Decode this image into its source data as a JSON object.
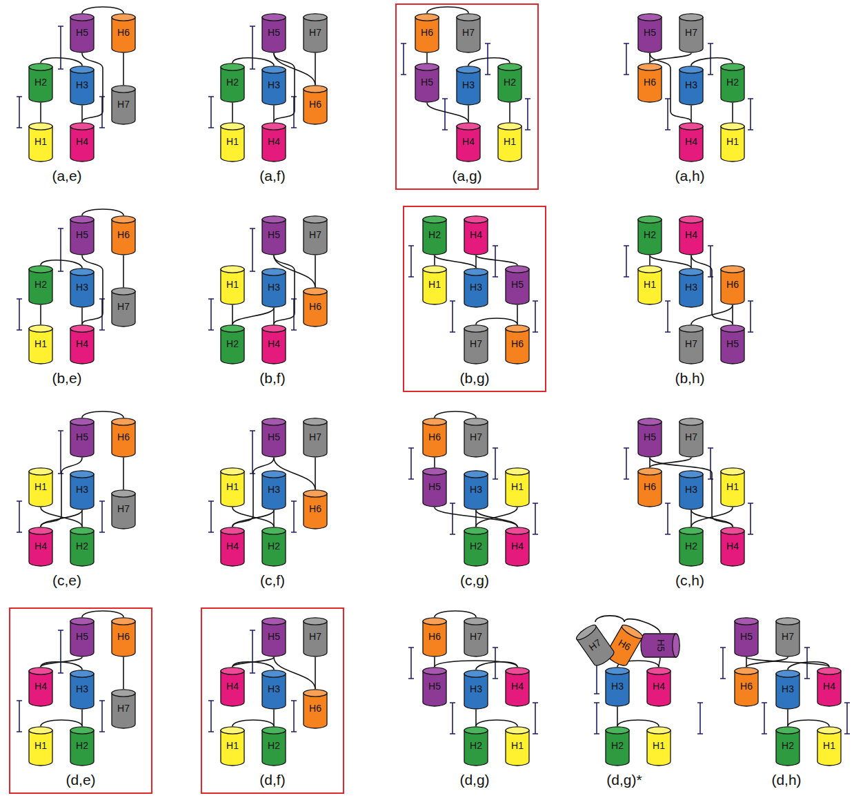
{
  "diagram": {
    "nodes": [
      {
        "text": [
          "(a,e)"
        ]
      },
      {
        "text": [
          "H1"
        ],
        "in": 0
      },
      {
        "text": [
          "H2"
        ],
        "in": 0
      },
      {
        "text": [
          "H3"
        ],
        "in": 0
      },
      {
        "text": [
          "H4"
        ],
        "in": 0
      },
      {
        "text": [
          "H5"
        ],
        "in": 0
      },
      {
        "text": [
          "H6"
        ],
        "in": 0
      },
      {
        "text": [
          "H7"
        ],
        "in": 0
      },
      {
        "text": [
          "(a,f)"
        ]
      },
      {
        "text": [
          "H1"
        ],
        "in": 8
      },
      {
        "text": [
          "H2"
        ],
        "in": 8
      },
      {
        "text": [
          "H3"
        ],
        "in": 8
      },
      {
        "text": [
          "H4"
        ],
        "in": 8
      },
      {
        "text": [
          "H5"
        ],
        "in": 8
      },
      {
        "text": [
          "H6"
        ],
        "in": 8
      },
      {
        "text": [
          "H7"
        ],
        "in": 8
      },
      {
        "text": [
          "(a,g)"
        ]
      },
      {
        "text": [
          "H1"
        ],
        "in": 16
      },
      {
        "text": [
          "H2"
        ],
        "in": 16
      },
      {
        "text": [
          "H3"
        ],
        "in": 16
      },
      {
        "text": [
          "H4"
        ],
        "in": 16
      },
      {
        "text": [
          "H5"
        ],
        "in": 16
      },
      {
        "text": [
          "H6"
        ],
        "in": 16
      },
      {
        "text": [
          "H7"
        ],
        "in": 16
      },
      {
        "text": [
          "(a,h)"
        ]
      },
      {
        "text": [
          "H1"
        ],
        "in": 24
      },
      {
        "text": [
          "H2"
        ],
        "in": 24
      },
      {
        "text": [
          "H3"
        ],
        "in": 24
      },
      {
        "text": [
          "H4"
        ],
        "in": 24
      },
      {
        "text": [
          "H5"
        ],
        "in": 24
      },
      {
        "text": [
          "H6"
        ],
        "in": 24
      },
      {
        "text": [
          "H7"
        ],
        "in": 24
      },
      {
        "text": [
          "(b,e)"
        ]
      },
      {
        "text": [
          "H1"
        ],
        "in": 32
      },
      {
        "text": [
          "H2"
        ],
        "in": 32
      },
      {
        "text": [
          "H3"
        ],
        "in": 32
      },
      {
        "text": [
          "H4"
        ],
        "in": 32
      },
      {
        "text": [
          "H5"
        ],
        "in": 32
      },
      {
        "text": [
          "H6"
        ],
        "in": 32
      },
      {
        "text": [
          "H7"
        ],
        "in": 32
      },
      {
        "text": [
          "(b,f)"
        ]
      },
      {
        "text": [
          "H1"
        ],
        "in": 40
      },
      {
        "text": [
          "H2"
        ],
        "in": 40
      },
      {
        "text": [
          "H3"
        ],
        "in": 40
      },
      {
        "text": [
          "H4"
        ],
        "in": 40
      },
      {
        "text": [
          "H5"
        ],
        "in": 40
      },
      {
        "text": [
          "H6"
        ],
        "in": 40
      },
      {
        "text": [
          "H7"
        ],
        "in": 40
      },
      {
        "text": [
          "(b,g)"
        ]
      },
      {
        "text": [
          "H1"
        ],
        "in": 48
      },
      {
        "text": [
          "H2"
        ],
        "in": 48
      },
      {
        "text": [
          "H3"
        ],
        "in": 48
      },
      {
        "text": [
          "H4"
        ],
        "in": 48
      },
      {
        "text": [
          "H5"
        ],
        "in": 48
      },
      {
        "text": [
          "H6"
        ],
        "in": 48
      },
      {
        "text": [
          "H7"
        ],
        "in": 48
      },
      {
        "text": [
          "(b,h)"
        ]
      },
      {
        "text": [
          "H1"
        ],
        "in": 56
      },
      {
        "text": [
          "H2"
        ],
        "in": 56
      },
      {
        "text": [
          "H3"
        ],
        "in": 56
      },
      {
        "text": [
          "H4"
        ],
        "in": 56
      },
      {
        "text": [
          "H5"
        ],
        "in": 56
      },
      {
        "text": [
          "H6"
        ],
        "in": 56
      },
      {
        "text": [
          "H7"
        ],
        "in": 56
      },
      {
        "text": [
          "(c,e)"
        ]
      },
      {
        "text": [
          "H1"
        ],
        "in": 64
      },
      {
        "text": [
          "H2"
        ],
        "in": 64
      },
      {
        "text": [
          "H3"
        ],
        "in": 64
      },
      {
        "text": [
          "H4"
        ],
        "in": 64
      },
      {
        "text": [
          "H5"
        ],
        "in": 64
      },
      {
        "text": [
          "H6"
        ],
        "in": 64
      },
      {
        "text": [
          "H7"
        ],
        "in": 64
      },
      {
        "text": [
          "(c,f)"
        ]
      },
      {
        "text": [
          "H1"
        ],
        "in": 72
      },
      {
        "text": [
          "H2"
        ],
        "in": 72
      },
      {
        "text": [
          "H3"
        ],
        "in": 72
      },
      {
        "text": [
          "H4"
        ],
        "in": 72
      },
      {
        "text": [
          "H5"
        ],
        "in": 72
      },
      {
        "text": [
          "H6"
        ],
        "in": 72
      },
      {
        "text": [
          "H7"
        ],
        "in": 72
      },
      {
        "text": [
          "(c,g)"
        ]
      },
      {
        "text": [
          "H1"
        ],
        "in": 80
      },
      {
        "text": [
          "H2"
        ],
        "in": 80
      },
      {
        "text": [
          "H3"
        ],
        "in": 80
      },
      {
        "text": [
          "H4"
        ],
        "in": 80
      },
      {
        "text": [
          "H5"
        ],
        "in": 80
      },
      {
        "text": [
          "H6"
        ],
        "in": 80
      },
      {
        "text": [
          "H7"
        ],
        "in": 80
      },
      {
        "text": [
          "(c,h)"
        ]
      },
      {
        "text": [
          "H1"
        ],
        "in": 88
      },
      {
        "text": [
          "H2"
        ],
        "in": 88
      },
      {
        "text": [
          "H3"
        ],
        "in": 88
      },
      {
        "text": [
          "H4"
        ],
        "in": 88
      },
      {
        "text": [
          "H5"
        ],
        "in": 88
      },
      {
        "text": [
          "H6"
        ],
        "in": 88
      },
      {
        "text": [
          "H7"
        ],
        "in": 88
      },
      {
        "text": [
          "(d,e)"
        ]
      },
      {
        "text": [
          "H1"
        ],
        "in": 96
      },
      {
        "text": [
          "H2"
        ],
        "in": 96
      },
      {
        "text": [
          "H3"
        ],
        "in": 96
      },
      {
        "text": [
          "H4"
        ],
        "in": 96
      },
      {
        "text": [
          "H5"
        ],
        "in": 96
      },
      {
        "text": [
          "H6"
        ],
        "in": 96
      },
      {
        "text": [
          "H7"
        ],
        "in": 96
      },
      {
        "text": [
          "(d,f)"
        ]
      },
      {
        "text": [
          "H1"
        ],
        "in": 104
      },
      {
        "text": [
          "H2"
        ],
        "in": 104
      },
      {
        "text": [
          "H3"
        ],
        "in": 104
      },
      {
        "text": [
          "H4"
        ],
        "in": 104
      },
      {
        "text": [
          "H5"
        ],
        "in": 104
      },
      {
        "text": [
          "H6"
        ],
        "in": 104
      },
      {
        "text": [
          "H7"
        ],
        "in": 104
      },
      {
        "text": [
          "(d,g)"
        ]
      },
      {
        "text": [
          "H1"
        ],
        "in": 112
      },
      {
        "text": [
          "H2"
        ],
        "in": 112
      },
      {
        "text": [
          "H3"
        ],
        "in": 112
      },
      {
        "text": [
          "H4"
        ],
        "in": 112
      },
      {
        "text": [
          "H5"
        ],
        "in": 112
      },
      {
        "text": [
          "H6"
        ],
        "in": 112
      },
      {
        "text": [
          "H7"
        ],
        "in": 112
      },
      {
        "text": [
          "(d,g)*"
        ]
      },
      {
        "text": [
          "H1"
        ],
        "in": 120
      },
      {
        "text": [
          "H2"
        ],
        "in": 120
      },
      {
        "text": [
          "H3"
        ],
        "in": 120
      },
      {
        "text": [
          "H4"
        ],
        "in": 120
      },
      {
        "text": [
          "H5"
        ],
        "in": 120
      },
      {
        "text": [
          "H6"
        ],
        "in": 120
      },
      {
        "text": [
          "H7"
        ],
        "in": 120
      },
      {
        "text": [
          "(d,h)"
        ]
      },
      {
        "text": [
          "H1"
        ],
        "in": 128
      },
      {
        "text": [
          "H2"
        ],
        "in": 128
      },
      {
        "text": [
          "H3"
        ],
        "in": 128
      },
      {
        "text": [
          "H4"
        ],
        "in": 128
      },
      {
        "text": [
          "H5"
        ],
        "in": 128
      },
      {
        "text": [
          "H6"
        ],
        "in": 128
      },
      {
        "text": [
          "H7"
        ],
        "in": 128
      }
    ],
    "edges": [
      {
        "from": 1,
        "to": 2,
        "arrow": "none"
      },
      {
        "from": 2,
        "to": 3,
        "arrow": "none"
      },
      {
        "from": 3,
        "to": 4,
        "arrow": "none"
      },
      {
        "from": 4,
        "to": 5,
        "arrow": "none"
      },
      {
        "from": 5,
        "to": 6,
        "arrow": "none"
      },
      {
        "from": 6,
        "to": 7,
        "arrow": "none"
      },
      {
        "from": 9,
        "to": 10,
        "arrow": "none"
      },
      {
        "from": 10,
        "to": 11,
        "arrow": "none"
      },
      {
        "from": 11,
        "to": 12,
        "arrow": "none"
      },
      {
        "from": 12,
        "to": 13,
        "arrow": "none"
      },
      {
        "from": 13,
        "to": 14,
        "arrow": "none"
      },
      {
        "from": 14,
        "to": 15,
        "arrow": "none"
      },
      {
        "from": 17,
        "to": 18,
        "arrow": "none"
      },
      {
        "from": 18,
        "to": 19,
        "arrow": "none"
      },
      {
        "from": 19,
        "to": 20,
        "arrow": "none"
      },
      {
        "from": 20,
        "to": 21,
        "arrow": "none"
      },
      {
        "from": 21,
        "to": 22,
        "arrow": "none"
      },
      {
        "from": 22,
        "to": 23,
        "arrow": "none"
      },
      {
        "from": 25,
        "to": 26,
        "arrow": "none"
      },
      {
        "from": 26,
        "to": 27,
        "arrow": "none"
      },
      {
        "from": 27,
        "to": 28,
        "arrow": "none"
      },
      {
        "from": 28,
        "to": 29,
        "arrow": "none"
      },
      {
        "from": 29,
        "to": 30,
        "arrow": "none"
      },
      {
        "from": 30,
        "to": 31,
        "arrow": "none"
      },
      {
        "from": 33,
        "to": 34,
        "arrow": "none"
      },
      {
        "from": 34,
        "to": 35,
        "arrow": "none"
      },
      {
        "from": 35,
        "to": 36,
        "arrow": "none"
      },
      {
        "from": 36,
        "to": 37,
        "arrow": "none"
      },
      {
        "from": 37,
        "to": 38,
        "arrow": "none"
      },
      {
        "from": 38,
        "to": 39,
        "arrow": "none"
      },
      {
        "from": 41,
        "to": 42,
        "arrow": "none"
      },
      {
        "from": 42,
        "to": 43,
        "arrow": "none"
      },
      {
        "from": 43,
        "to": 44,
        "arrow": "none"
      },
      {
        "from": 44,
        "to": 45,
        "arrow": "none"
      },
      {
        "from": 45,
        "to": 46,
        "arrow": "none"
      },
      {
        "from": 46,
        "to": 47,
        "arrow": "none"
      },
      {
        "from": 49,
        "to": 50,
        "arrow": "none"
      },
      {
        "from": 50,
        "to": 51,
        "arrow": "none"
      },
      {
        "from": 51,
        "to": 52,
        "arrow": "none"
      },
      {
        "from": 52,
        "to": 53,
        "arrow": "none"
      },
      {
        "from": 53,
        "to": 54,
        "arrow": "none"
      },
      {
        "from": 54,
        "to": 55,
        "arrow": "none"
      },
      {
        "from": 57,
        "to": 58,
        "arrow": "none"
      },
      {
        "from": 58,
        "to": 59,
        "arrow": "none"
      },
      {
        "from": 59,
        "to": 60,
        "arrow": "none"
      },
      {
        "from": 60,
        "to": 61,
        "arrow": "none"
      },
      {
        "from": 61,
        "to": 62,
        "arrow": "none"
      },
      {
        "from": 62,
        "to": 63,
        "arrow": "none"
      },
      {
        "from": 65,
        "to": 66,
        "arrow": "none"
      },
      {
        "from": 66,
        "to": 67,
        "arrow": "none"
      },
      {
        "from": 67,
        "to": 68,
        "arrow": "none"
      },
      {
        "from": 68,
        "to": 69,
        "arrow": "none"
      },
      {
        "from": 69,
        "to": 70,
        "arrow": "none"
      },
      {
        "from": 70,
        "to": 71,
        "arrow": "none"
      },
      {
        "from": 73,
        "to": 74,
        "arrow": "none"
      },
      {
        "from": 74,
        "to": 75,
        "arrow": "none"
      },
      {
        "from": 75,
        "to": 76,
        "arrow": "none"
      },
      {
        "from": 76,
        "to": 77,
        "arrow": "none"
      },
      {
        "from": 77,
        "to": 78,
        "arrow": "none"
      },
      {
        "from": 78,
        "to": 79,
        "arrow": "none"
      },
      {
        "from": 81,
        "to": 82,
        "arrow": "none"
      },
      {
        "from": 82,
        "to": 83,
        "arrow": "none"
      },
      {
        "from": 83,
        "to": 84,
        "arrow": "none"
      },
      {
        "from": 84,
        "to": 85,
        "arrow": "none"
      },
      {
        "from": 85,
        "to": 86,
        "arrow": "none"
      },
      {
        "from": 86,
        "to": 87,
        "arrow": "none"
      },
      {
        "from": 89,
        "to": 90,
        "arrow": "none"
      },
      {
        "from": 90,
        "to": 91,
        "arrow": "none"
      },
      {
        "from": 91,
        "to": 92,
        "arrow": "none"
      },
      {
        "from": 92,
        "to": 93,
        "arrow": "none"
      },
      {
        "from": 93,
        "to": 94,
        "arrow": "none"
      },
      {
        "from": 94,
        "to": 95,
        "arrow": "none"
      },
      {
        "from": 97,
        "to": 98,
        "arrow": "none"
      },
      {
        "from": 98,
        "to": 99,
        "arrow": "none"
      },
      {
        "from": 99,
        "to": 100,
        "arrow": "none"
      },
      {
        "from": 100,
        "to": 101,
        "arrow": "none"
      },
      {
        "from": 101,
        "to": 102,
        "arrow": "none"
      },
      {
        "from": 102,
        "to": 103,
        "arrow": "none"
      },
      {
        "from": 105,
        "to": 106,
        "arrow": "none"
      },
      {
        "from": 106,
        "to": 107,
        "arrow": "none"
      },
      {
        "from": 107,
        "to": 108,
        "arrow": "none"
      },
      {
        "from": 108,
        "to": 109,
        "arrow": "none"
      },
      {
        "from": 109,
        "to": 110,
        "arrow": "none"
      },
      {
        "from": 110,
        "to": 111,
        "arrow": "none"
      },
      {
        "from": 113,
        "to": 114,
        "arrow": "none"
      },
      {
        "from": 114,
        "to": 115,
        "arrow": "none"
      },
      {
        "from": 115,
        "to": 116,
        "arrow": "none"
      },
      {
        "from": 116,
        "to": 117,
        "arrow": "none"
      },
      {
        "from": 117,
        "to": 118,
        "arrow": "none"
      },
      {
        "from": 118,
        "to": 119,
        "arrow": "none"
      },
      {
        "from": 121,
        "to": 122,
        "arrow": "none"
      },
      {
        "from": 122,
        "to": 123,
        "arrow": "none"
      },
      {
        "from": 123,
        "to": 124,
        "arrow": "none"
      },
      {
        "from": 124,
        "to": 125,
        "arrow": "none"
      },
      {
        "from": 125,
        "to": 126,
        "arrow": "none"
      },
      {
        "from": 126,
        "to": 127,
        "arrow": "none"
      },
      {
        "from": 129,
        "to": 130,
        "arrow": "none"
      },
      {
        "from": 130,
        "to": 131,
        "arrow": "none"
      },
      {
        "from": 131,
        "to": 132,
        "arrow": "none"
      },
      {
        "from": 132,
        "to": 133,
        "arrow": "none"
      },
      {
        "from": 133,
        "to": 134,
        "arrow": "none"
      },
      {
        "from": 134,
        "to": 135,
        "arrow": "none"
      }
    ]
  }
}
